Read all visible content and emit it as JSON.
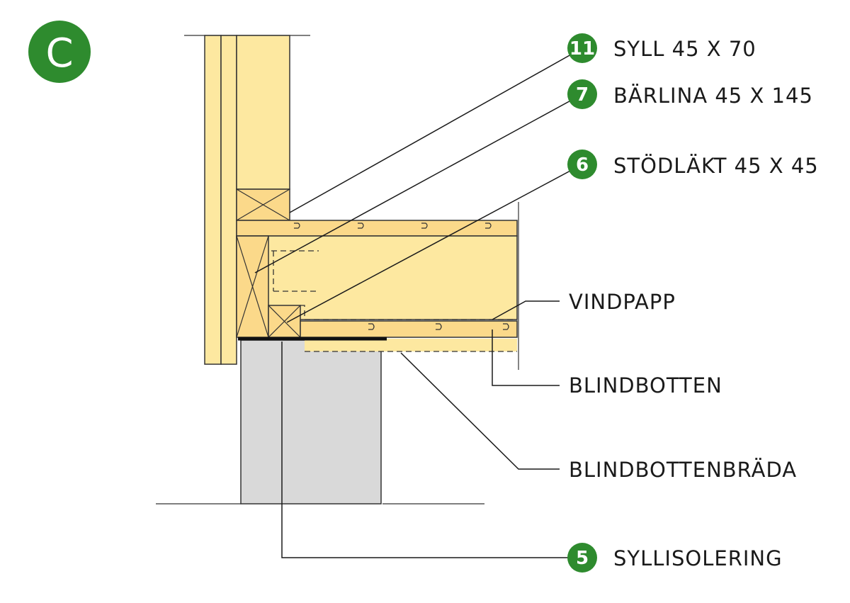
{
  "section": {
    "letter": "C",
    "color": "#2e8b2e"
  },
  "colors": {
    "wood": "#fde8a0",
    "wood_dark": "#fbd98a",
    "concrete": "#d9d9d9",
    "badge": "#2e8b2e",
    "membrane": "#111111"
  },
  "labels": {
    "syll": {
      "number": "11",
      "text": "SYLL 45 X 70"
    },
    "barlina": {
      "number": "7",
      "text": "BÄRLINA 45 X 145"
    },
    "stodlakt": {
      "number": "6",
      "text": "STÖDLÄKT 45 X 45"
    },
    "vindpapp": {
      "text": "VINDPAPP"
    },
    "blindbotten": {
      "text": "BLINDBOTTEN"
    },
    "blindbottenbrada": {
      "text": "BLINDBOTTENBRÄDA"
    },
    "syllisolering": {
      "number": "5",
      "text": "SYLLISOLERING"
    }
  }
}
